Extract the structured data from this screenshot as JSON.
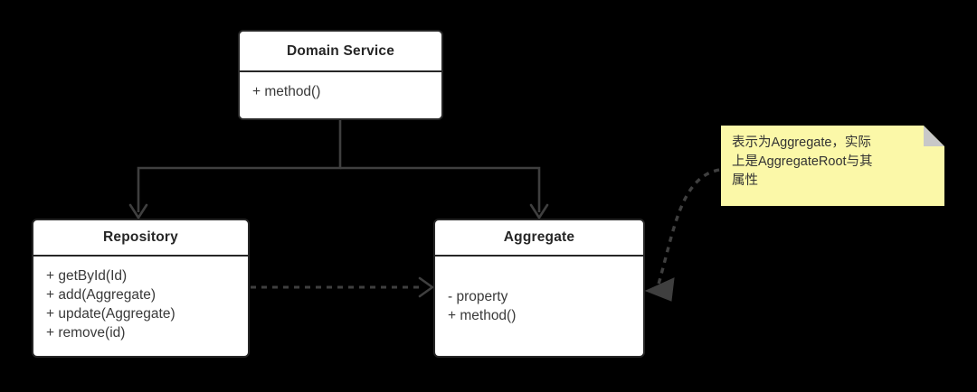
{
  "diagram": {
    "title": "DDD Repository / Aggregate class diagram",
    "background_color": "#000000",
    "box_fill": "#ffffff",
    "box_stroke": "#262626",
    "note_fill": "#fbf8a8",
    "note_fold_fill": "#c8c8c8",
    "connector_color": "#3f3f3f"
  },
  "classes": {
    "domain_service": {
      "name": "Domain Service",
      "members": [
        "+ method()"
      ]
    },
    "repository": {
      "name": "Repository",
      "members": [
        "+ getById(Id)",
        "+ add(Aggregate)",
        "+ update(Aggregate)",
        "+ remove(id)"
      ]
    },
    "aggregate": {
      "name": "Aggregate",
      "members": [
        "- property",
        "+ method()"
      ]
    }
  },
  "note": {
    "lines": [
      "表示为Aggregate，实际",
      "上是AggregateRoot与其",
      "属性"
    ]
  },
  "connectors": [
    {
      "id": "domain-service-to-repository",
      "from": "Domain Service",
      "to": "Repository",
      "style": "solid",
      "arrow": "open"
    },
    {
      "id": "domain-service-to-aggregate",
      "from": "Domain Service",
      "to": "Aggregate",
      "style": "solid",
      "arrow": "open"
    },
    {
      "id": "repository-to-aggregate",
      "from": "Repository",
      "to": "Aggregate",
      "style": "dashed",
      "arrow": "open"
    },
    {
      "id": "note-to-aggregate",
      "from": "note",
      "to": "Aggregate",
      "style": "dashed",
      "arrow": "filled"
    }
  ]
}
